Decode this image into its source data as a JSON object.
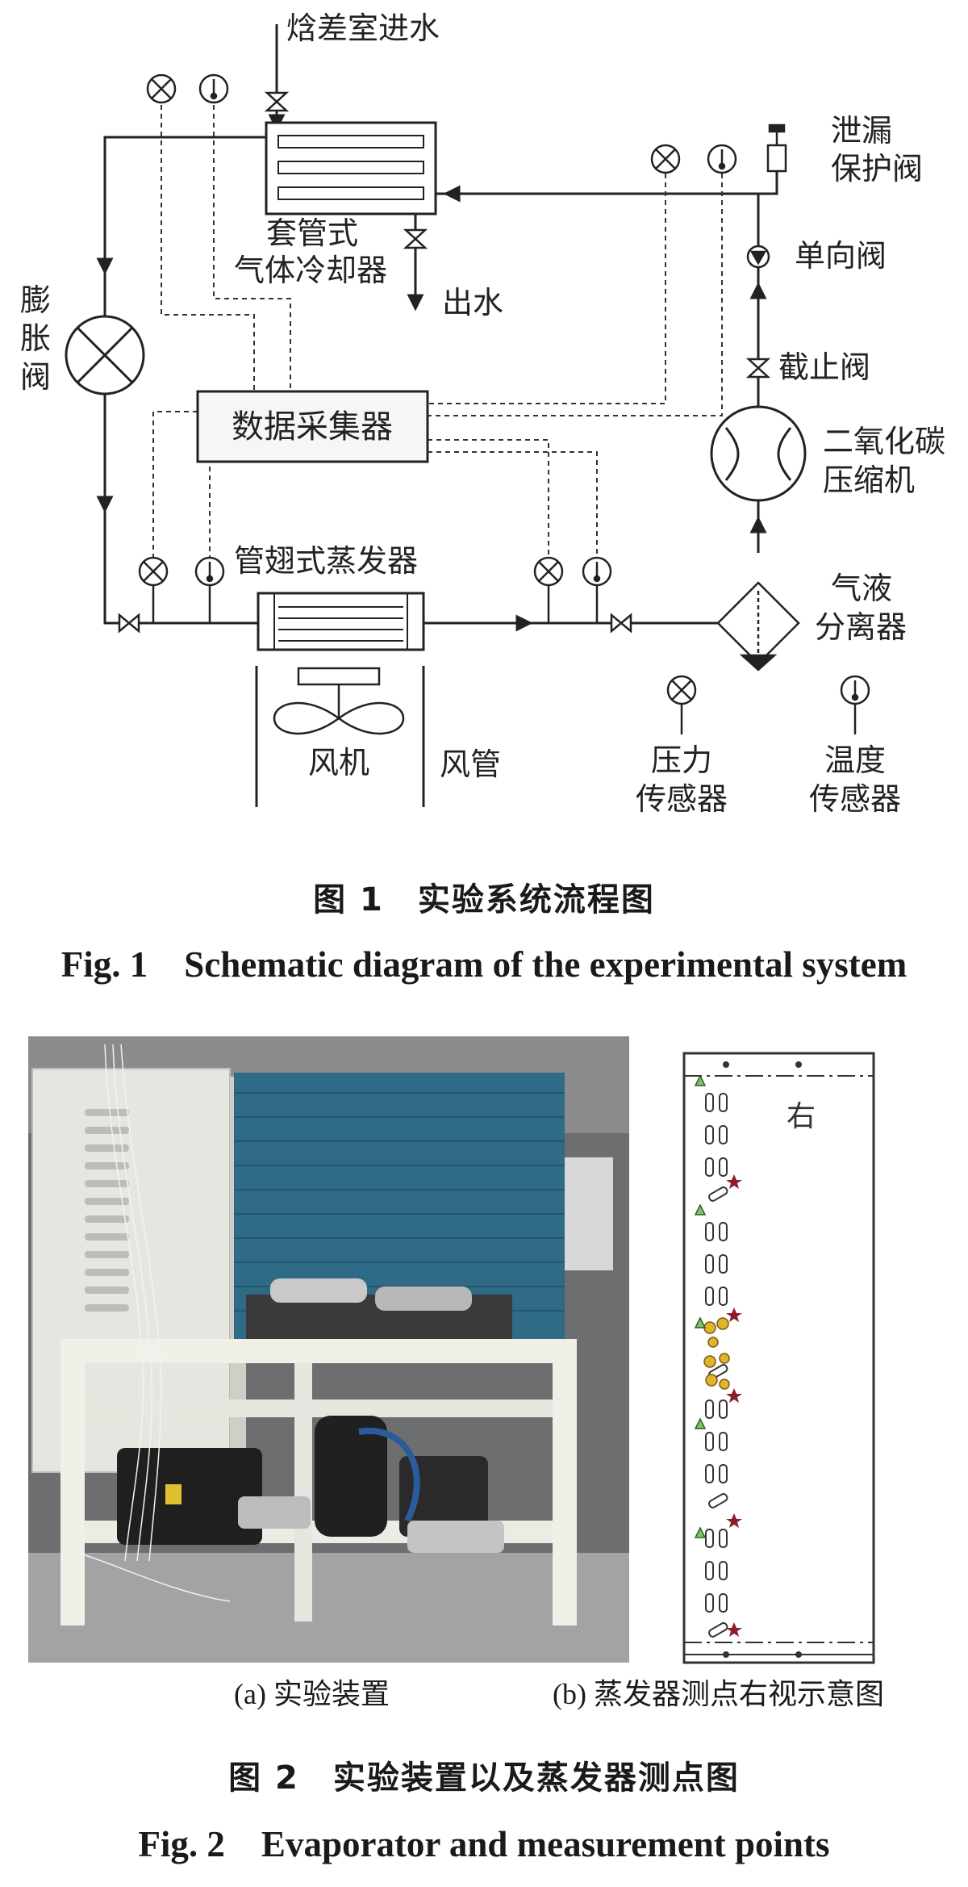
{
  "fig1": {
    "inlet_water": "焓差室进水",
    "outlet_water": "出水",
    "gas_cooler": [
      "套管式",
      "气体冷却器"
    ],
    "expansion_valve": [
      "膨",
      "胀",
      "阀"
    ],
    "data_logger": "数据采集器",
    "evaporator": "管翅式蒸发器",
    "fan": "风机",
    "duct": "风管",
    "leak_valve": [
      "泄漏",
      "保护阀"
    ],
    "check_valve": "单向阀",
    "stop_valve": "截止阀",
    "compressor": [
      "二氧化碳",
      "压缩机"
    ],
    "separator": [
      "气液",
      "分离器"
    ],
    "pressure_sensor": [
      "压力",
      "传感器"
    ],
    "temp_sensor": [
      "温度",
      "传感器"
    ],
    "caption_cn": "图 1　实验系统流程图",
    "caption_en": "Fig. 1　Schematic diagram of the experimental system"
  },
  "fig2": {
    "sub_a": "(a) 实验装置",
    "sub_b": "(b) 蒸发器测点右视示意图",
    "right_label": "右",
    "caption_cn": "图 2　实验装置以及蒸发器测点图",
    "caption_en": "Fig. 2　Evaporator and measurement points"
  }
}
